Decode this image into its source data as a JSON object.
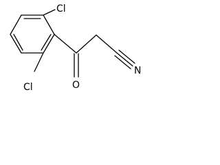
{
  "molecule": {
    "atoms": {
      "cl_top": "Cl",
      "cl_bottom": "Cl",
      "oxygen": "O",
      "nitrogen": "N"
    }
  }
}
